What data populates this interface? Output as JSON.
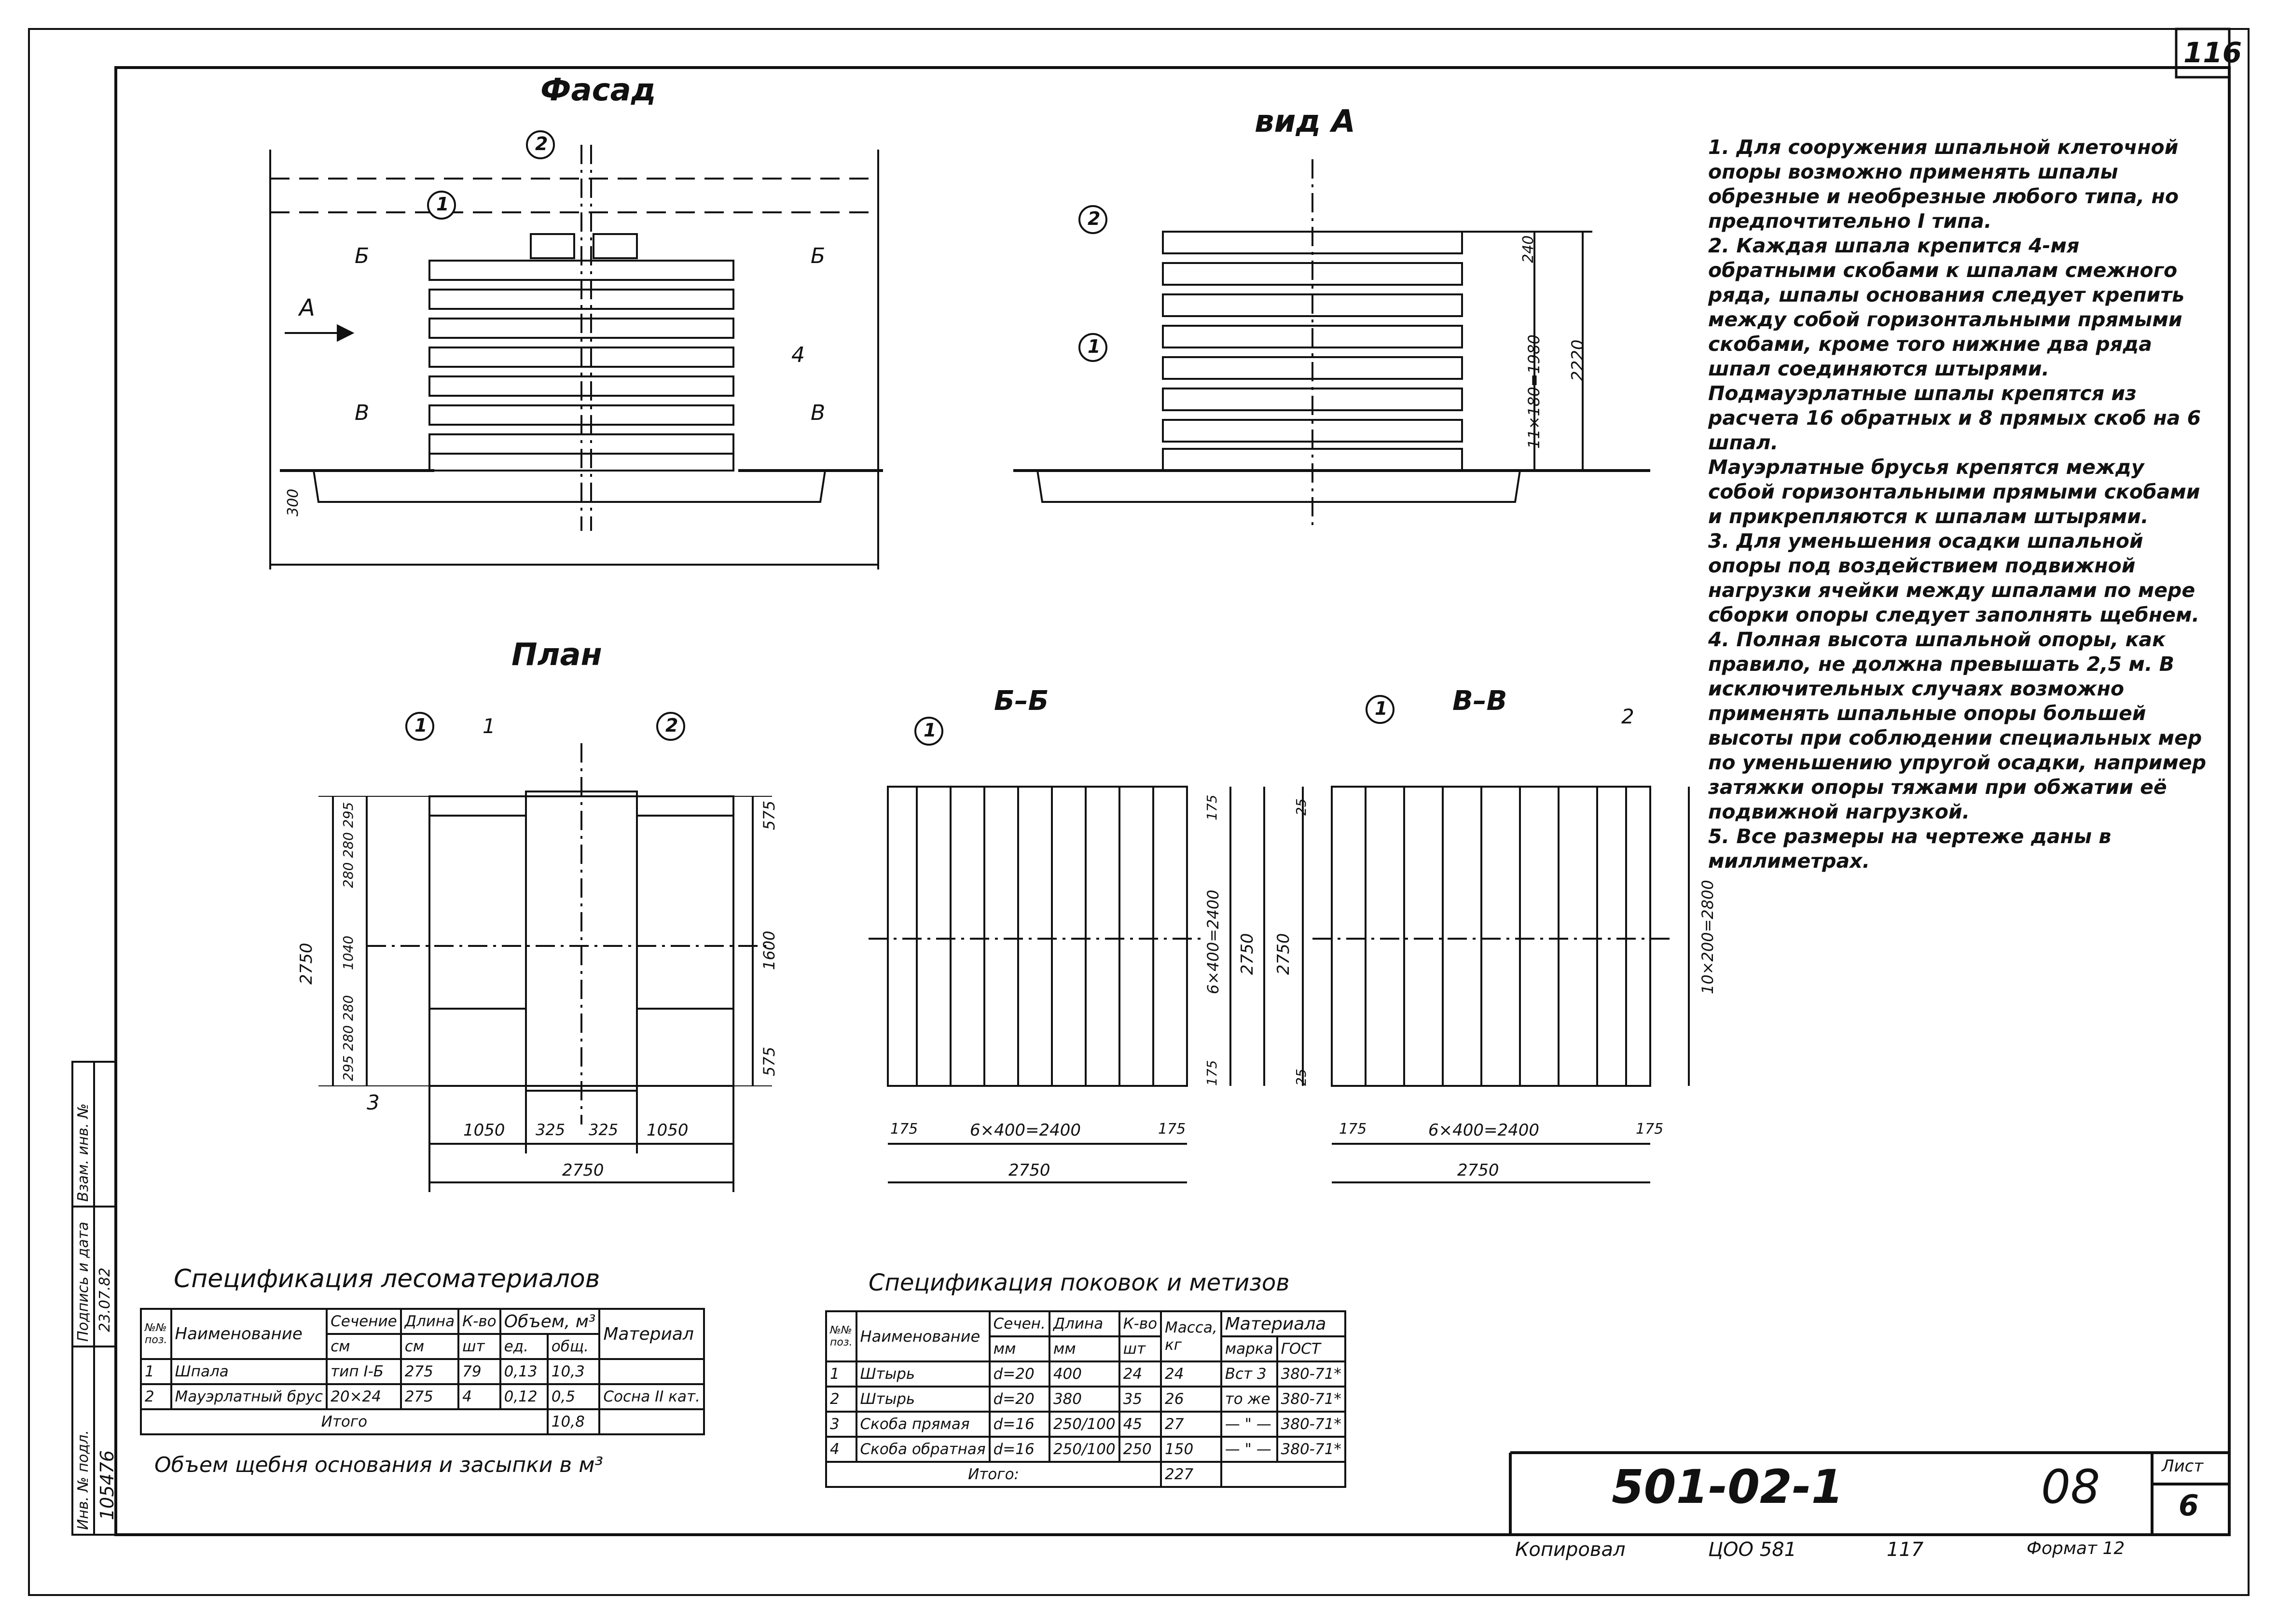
{
  "sheet": {
    "page_number": "116",
    "doc_code": "501-02-1",
    "sheet_part": "08",
    "sheet_label": "Лист",
    "sheet_no": "6",
    "copied_label": "Копировал",
    "copied_code": "ЦОО 581",
    "copied_num": "117",
    "format_label": "Формат 12"
  },
  "views": {
    "facade_title": "Фасад",
    "view_a_title": "вид А",
    "plan_title": "План",
    "section_bb_title": "Б–Б",
    "section_vv_title": "В–В"
  },
  "facade": {
    "callouts": [
      "1",
      "2"
    ],
    "section_b": "Б",
    "section_v": "В",
    "arrow_a": "А",
    "label_4": "4",
    "dim_base": "300"
  },
  "view_a": {
    "callout_2": "2",
    "callout_1": "1",
    "dim_top": "240",
    "dim_stack": "11×180=1980",
    "dim_total": "2220"
  },
  "plan": {
    "callout_1": "1",
    "label_1": "1",
    "callout_2": "2",
    "label_3": "3",
    "dim_2750_v": "2750",
    "dim_575_top": "575",
    "dim_1600": "1600",
    "dim_575_bot": "575",
    "dim_left_top": "280 280 295",
    "dim_1040": "1040",
    "dim_left_bot": "295 280 280",
    "dim_1050_l": "1050",
    "dim_325_l": "325",
    "dim_325_r": "325",
    "dim_1050_r": "1050",
    "dim_2750_h": "2750"
  },
  "section_bb": {
    "callout_1": "1",
    "dim_175_t": "175",
    "dim_6x400_v": "6×400=2400",
    "dim_2750_v": "2750",
    "dim_175_b": "175",
    "dim_175_l": "175",
    "dim_6x400_h": "6×400=2400",
    "dim_175_r": "175",
    "dim_2750_h": "2750"
  },
  "section_vv": {
    "callout_1": "1",
    "label_2": "2",
    "dim_25_t": "25",
    "dim_2750_v": "2750",
    "dim_10x200": "10×200=2800",
    "dim_25_b": "25",
    "dim_175_l": "175",
    "dim_6x400_h": "6×400=2400",
    "dim_175_r": "175",
    "dim_2750_h": "2750"
  },
  "notes": [
    "1. Для сооружения шпальной клеточной опоры возможно применять шпалы обрезные и необрезные любого типа, но предпочтительно I типа.",
    "2. Каждая шпала крепится 4-мя обратными скобами к шпалам смежного ряда, шпалы основания следует крепить между собой горизонтальными прямыми скобами, кроме того нижние два ряда шпал соединяются штырями.",
    "Подмауэрлатные шпалы крепятся из расчета 16 обратных и 8 прямых скоб на 6 шпал.",
    "Мауэрлатные брусья крепятся между собой горизонтальными прямыми скобами и прикрепляются к шпалам штырями.",
    "3. Для уменьшения осадки шпальной опоры под воздействием подвижной нагрузки ячейки между шпалами по мере сборки опоры следует заполнять щебнем.",
    "4. Полная высота шпальной опоры, как правило, не должна превышать 2,5 м. В исключительных случаях возможно применять шпальные опоры большей высоты при соблюдении специальных мер по уменьшению упругой осадки, например затяжки опоры тяжами при обжатии её подвижной нагрузкой.",
    "5. Все размеры на чертеже даны в миллиметрах."
  ],
  "spec_wood": {
    "title": "Спецификация лесоматериалов",
    "h_pos": "№№ поз.",
    "h_name": "Наименование",
    "h_section": "Сечение",
    "h_section_unit": "см",
    "h_length": "Длина",
    "h_length_unit": "см",
    "h_count": "К-во",
    "h_count_unit": "шт",
    "h_volume": "Объем, м³",
    "h_vol_unit": "ед.",
    "h_vol_total": "общ.",
    "h_material": "Материал",
    "rows": [
      {
        "pos": "1",
        "name": "Шпала",
        "section": "тип I-Б",
        "length": "275",
        "count": "79",
        "unit": "0,13",
        "total": "10,3",
        "material": ""
      },
      {
        "pos": "2",
        "name": "Мауэрлатный брус",
        "section": "20×24",
        "length": "275",
        "count": "4",
        "unit": "0,12",
        "total": "0,5",
        "material": "Сосна II кат."
      }
    ],
    "total_label": "Итого",
    "total_value": "10,8",
    "footnote": "Объем щебня основания и засыпки в м³"
  },
  "spec_metal": {
    "title": "Спецификация поковок и метизов",
    "h_pos": "№№ поз.",
    "h_name": "Наименование",
    "h_section": "Сечен.",
    "h_section_unit": "мм",
    "h_length": "Длина",
    "h_length_unit": "мм",
    "h_count": "К-во",
    "h_count_unit": "шт",
    "h_mass": "Масса, кг",
    "h_material": "Материала",
    "h_mark": "марка",
    "h_gost": "ГОСТ",
    "rows": [
      {
        "pos": "1",
        "name": "Штырь",
        "section": "d=20",
        "length": "400",
        "count": "24",
        "mass": "24",
        "mark": "Вст 3",
        "gost": "380-71*"
      },
      {
        "pos": "2",
        "name": "Штырь",
        "section": "d=20",
        "length": "380",
        "count": "35",
        "mass": "26",
        "mark": "то же",
        "gost": "380-71*"
      },
      {
        "pos": "3",
        "name": "Скоба прямая",
        "section": "d=16",
        "length": "250/100",
        "count": "45",
        "mass": "27",
        "mark": "— \" —",
        "gost": "380-71*"
      },
      {
        "pos": "4",
        "name": "Скоба обратная",
        "section": "d=16",
        "length": "250/100",
        "count": "250",
        "mass": "150",
        "mark": "— \" —",
        "gost": "380-71*"
      }
    ],
    "total_label": "Итого:",
    "total_value": "227"
  },
  "sidebar": {
    "inv_label": "Инв. № подл.",
    "inv_value": "105476",
    "sign_label": "Подпись и дата",
    "sign_value": "23.07.82",
    "replace_label": "Взам. инв. №"
  }
}
